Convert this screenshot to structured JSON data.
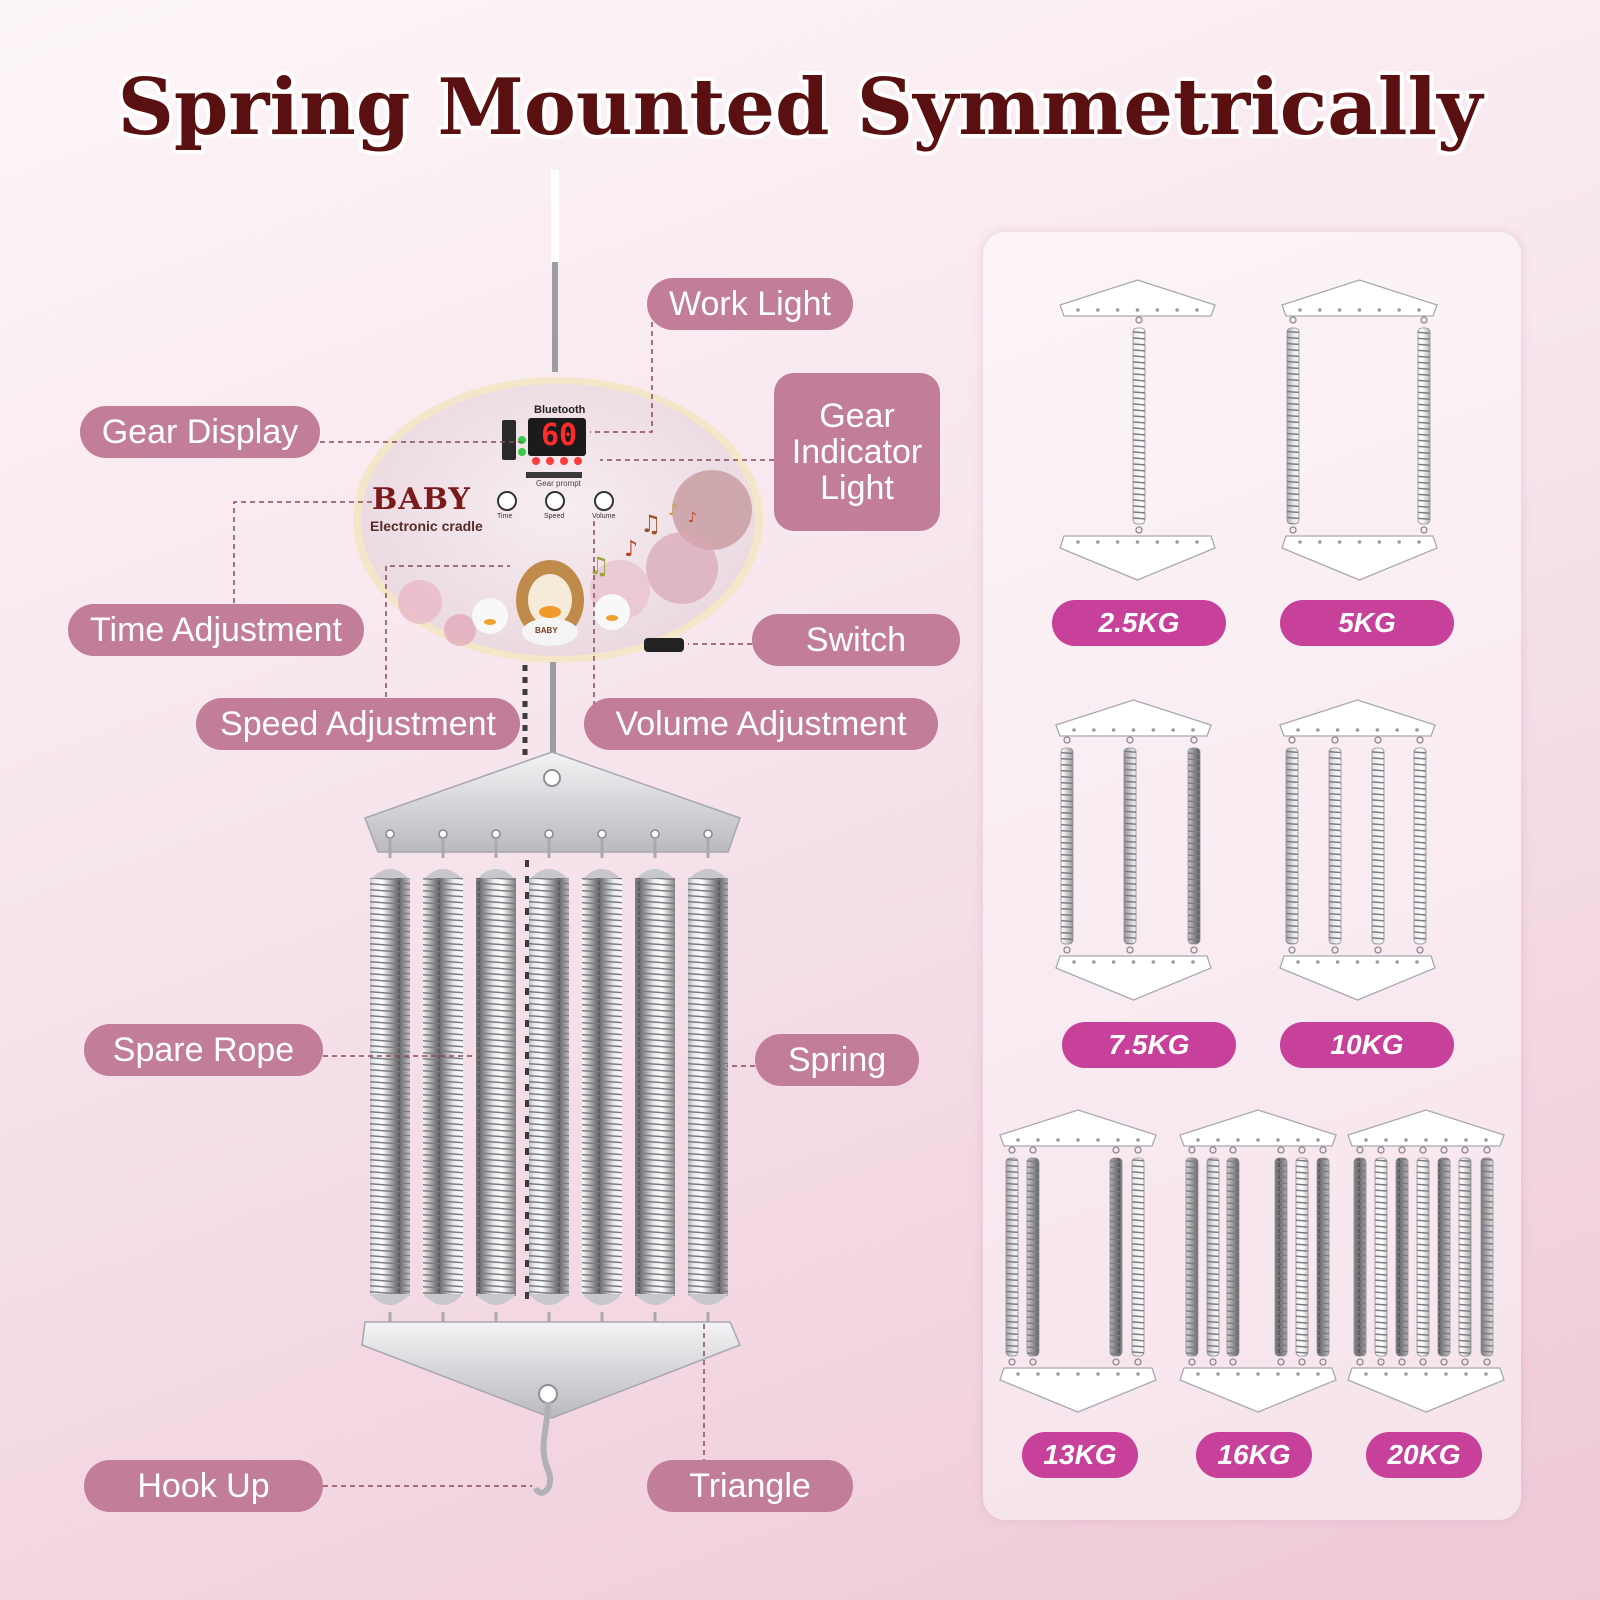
{
  "title": "Spring Mounted Symmetrically",
  "callouts": {
    "work_light": "Work Light",
    "gear_display": "Gear Display",
    "gear_indicator_light": "Gear Indicator Light",
    "time_adjustment": "Time Adjustment",
    "switch": "Switch",
    "speed_adjustment": "Speed Adjustment",
    "volume_adjustment": "Volume Adjustment",
    "spare_rope": "Spare Rope",
    "spring": "Spring",
    "hook_up": "Hook Up",
    "triangle": "Triangle"
  },
  "controller": {
    "brand": "BABY",
    "subtitle": "Electronic cradle",
    "bluetooth_label": "Bluetooth",
    "display_value": "60",
    "gear_caption": "Gear prompt",
    "knobs": [
      "Time",
      "Speed",
      "Volume"
    ],
    "mascot_label": "BABY"
  },
  "weights": {
    "items": [
      {
        "label": "2.5KG",
        "springs": 1
      },
      {
        "label": "5KG",
        "springs": 2
      },
      {
        "label": "7.5KG",
        "springs": 3
      },
      {
        "label": "10KG",
        "springs": 4
      },
      {
        "label": "13KG",
        "springs": 4
      },
      {
        "label": "16KG",
        "springs": 6
      },
      {
        "label": "20KG",
        "springs": 7
      }
    ]
  },
  "colors": {
    "label_bg": "#c27d98",
    "weight_pill": "#c7409a",
    "title": "#5a1010",
    "display_led": "#ff2a2a"
  }
}
